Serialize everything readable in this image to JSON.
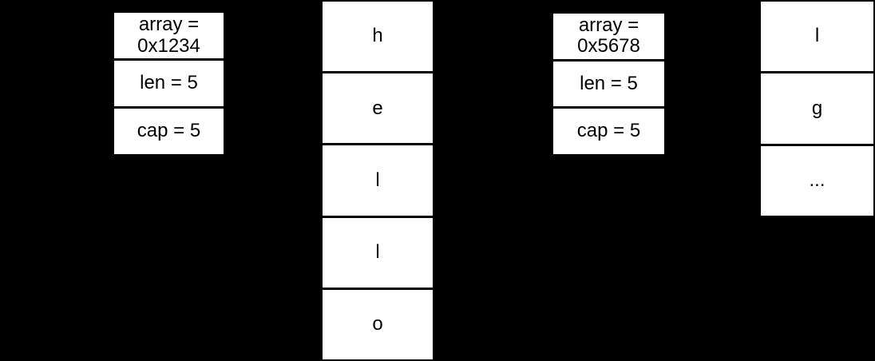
{
  "diagram": {
    "description": "memory layout diagram of two string structs with heap character arrays",
    "colors": {
      "background": "#000000",
      "cell_background": "#ffffff",
      "divider": "#000000",
      "text": "#000000"
    },
    "structs": [
      {
        "id": "string-struct-1",
        "fields": [
          {
            "name": "pointer",
            "text": "array =\n0x1234"
          },
          {
            "name": "length",
            "text": "len = 5"
          },
          {
            "name": "capacity",
            "text": "cap = 5"
          }
        ]
      },
      {
        "id": "string-struct-2",
        "fields": [
          {
            "name": "pointer",
            "text": "array =\n0x5678"
          },
          {
            "name": "length",
            "text": "len = 5"
          },
          {
            "name": "capacity",
            "text": "cap = 5"
          }
        ]
      }
    ],
    "arrays": [
      {
        "id": "char-array-1",
        "cells": [
          "h",
          "e",
          "l",
          "l",
          "o"
        ]
      },
      {
        "id": "char-array-2",
        "cells": [
          "l",
          "g",
          "..."
        ]
      }
    ]
  }
}
